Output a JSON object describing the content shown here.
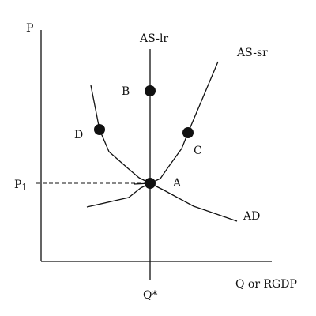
{
  "axes": {
    "y_label": "P",
    "x_label": "Q or RGDP",
    "x_tick": "Q*",
    "y_tick_main": "P",
    "y_tick_sub": "1"
  },
  "curves": {
    "as_lr_label": "AS-lr",
    "as_sr_label": "AS-sr",
    "ad_label": "AD"
  },
  "points": {
    "a": "A",
    "b": "B",
    "c": "C",
    "d": "D"
  },
  "colors": {
    "ink": "#111111",
    "background": "#ffffff"
  }
}
